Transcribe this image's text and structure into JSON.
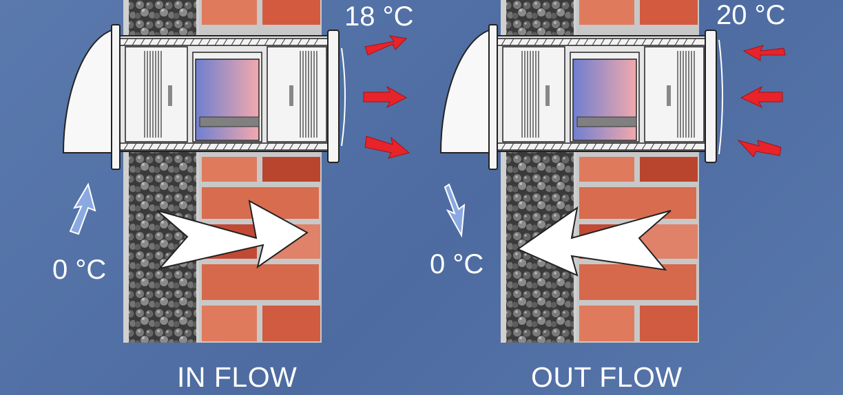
{
  "diagrams": [
    {
      "caption": "IN FLOW",
      "indoor_temp": "18 °C",
      "outdoor_temp": "0 °C",
      "flow_direction": "inward"
    },
    {
      "caption": "OUT FLOW",
      "indoor_temp": "20 °C",
      "outdoor_temp": "0 °C",
      "flow_direction": "outward"
    }
  ],
  "colors": {
    "background": "#4f6fa3",
    "warm_arrow": "#e8232a",
    "cold_arrow": "#7f9fd8",
    "brick": "#d8654a",
    "mortar": "#c9c9c9"
  },
  "icons": [
    "wall-icon",
    "ventilator-unit-icon",
    "heat-exchanger-icon",
    "airflow-arrow-icon"
  ]
}
